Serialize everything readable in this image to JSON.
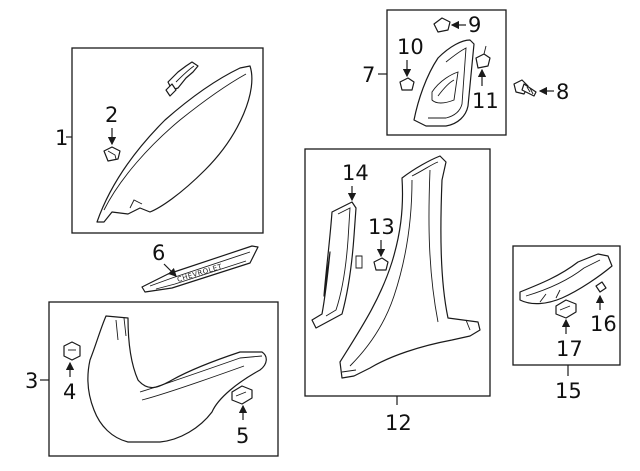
{
  "callouts": {
    "c1": "1",
    "c2": "2",
    "c3": "3",
    "c4": "4",
    "c5": "5",
    "c6": "6",
    "c7": "7",
    "c8": "8",
    "c9": "9",
    "c10": "10",
    "c11": "11",
    "c12": "12",
    "c13": "13",
    "c14": "14",
    "c15": "15",
    "c16": "16",
    "c17": "17"
  },
  "sill_plate_emblem": "CHEVROLET",
  "colors": {
    "line": "#1a1a1a",
    "background": "#ffffff"
  }
}
